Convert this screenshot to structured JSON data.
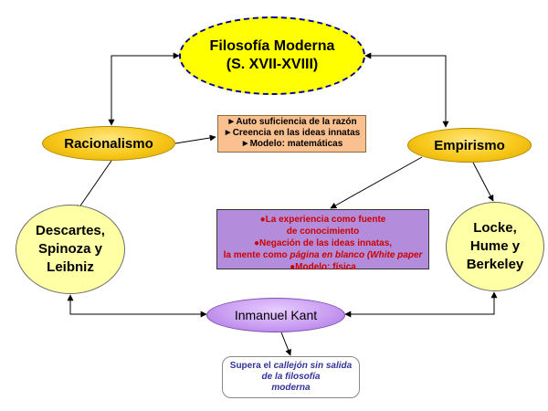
{
  "title": {
    "line1": "Filosofía Moderna",
    "line2": "(S. XVII-XVIII)"
  },
  "racionalismo": {
    "label": "Racionalismo"
  },
  "empirismo": {
    "label": "Empirismo"
  },
  "rationalists": {
    "line1": "Descartes,",
    "line2": "Spinoza y",
    "line3": "Leibniz"
  },
  "empiricists": {
    "line1": "Locke,",
    "line2": "Hume y",
    "line3": "Berkeley"
  },
  "rationalism_points": {
    "bullet": "►",
    "item1": "Auto suficiencia de la razón",
    "item2": "Creencia en las ideas innatas",
    "item3": "Modelo: matemáticas"
  },
  "empiricism_points": {
    "bullet": "●",
    "item1_a": "La experiencia como fuente",
    "item1_b": "de conocimiento",
    "item2_a": "Negación de las ideas innatas,",
    "item2_b_pre": "la mente como ",
    "item2_b_em": "página en blanco (White paper",
    "item3": "Modelo: física"
  },
  "kant": {
    "label": "Inmanuel Kant"
  },
  "kant_note": {
    "pre": "Supera el ",
    "em1": "callejón",
    "mid": " sin salida",
    "em2": "de la filosofía",
    "em3": "moderna"
  },
  "colors": {
    "title_fill": "#ffff00",
    "title_border": "#000099",
    "gold": "#f7c81a",
    "cream": "#ffffa6",
    "peach": "#fac08f",
    "purple": "#b38ddb",
    "lavender": "#c79af0",
    "red_text": "#cc0000",
    "navy_text": "#333399"
  }
}
